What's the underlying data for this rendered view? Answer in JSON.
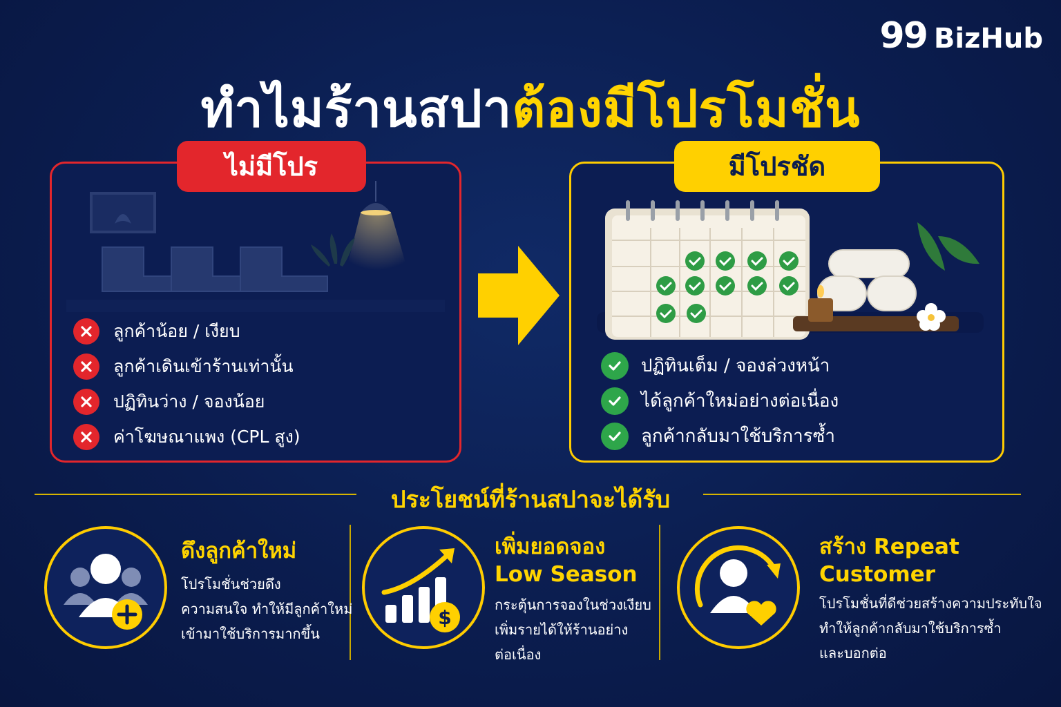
{
  "brand": {
    "number": "99",
    "name": "BizHub"
  },
  "title": {
    "part_white": "ทำไมร้านสปา",
    "part_yellow": "ต้องมีโปรโมชั่น"
  },
  "left_panel": {
    "label": "ไม่มีโปร",
    "items": [
      "ลูกค้าน้อย / เงียบ",
      "ลูกค้าเดินเข้าร้านเท่านั้น",
      "ปฏิทินว่าง / จองน้อย",
      "ค่าโฆษณาแพง (CPL สูง)"
    ]
  },
  "right_panel": {
    "label": "มีโปรชัด",
    "items": [
      "ปฏิทินเต็ม / จองล่วงหน้า",
      "ได้ลูกค้าใหม่อย่างต่อเนื่อง",
      "ลูกค้ากลับมาใช้บริการซ้ำ"
    ]
  },
  "benefits": {
    "heading": "ประโยชน์ที่ร้านสปาจะได้รับ",
    "cards": [
      {
        "icon": "add-user-icon",
        "title_line1": "ดึงลูกค้าใหม่",
        "title_line2": "",
        "desc_lines": [
          "โปรโมชั่นช่วยดึง",
          "ความสนใจ ทำให้มีลูกค้าใหม่",
          "เข้ามาใช้บริการมากขึ้น"
        ]
      },
      {
        "icon": "growth-chart-dollar-icon",
        "title_line1": "เพิ่มยอดจอง",
        "title_line2": "Low Season",
        "desc_lines": [
          "กระตุ้นการจองในช่วงเงียบ",
          "เพิ่มรายได้ให้ร้านอย่าง",
          "ต่อเนื่อง"
        ]
      },
      {
        "icon": "repeat-customer-heart-icon",
        "title_line1": "สร้าง Repeat",
        "title_line2": "Customer",
        "desc_lines": [
          "โปรโมชั่นที่ดีช่วยสร้างความประทับใจ",
          "ทำให้ลูกค้ากลับมาใช้บริการซ้ำ",
          "และบอกต่อ"
        ]
      }
    ]
  },
  "colors": {
    "background": "#0b1d4f",
    "accent_yellow": "#ffd400",
    "bad_red": "#e3262c",
    "good_green": "#2ea64a"
  }
}
